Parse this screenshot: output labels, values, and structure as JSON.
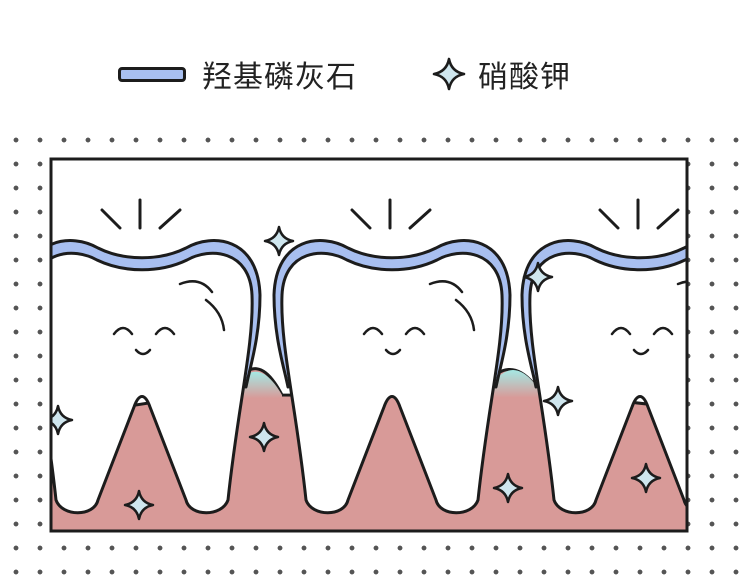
{
  "legend": {
    "items": [
      {
        "label": "羟基磷灰石",
        "swatch": "bar",
        "color": "#a8bff0"
      },
      {
        "label": "硝酸钾",
        "swatch": "star",
        "color": "#cfe6ee"
      }
    ]
  },
  "colors": {
    "enamel": "#a8bff0",
    "crystal": "#cfe6ee",
    "gum": "#d89a98",
    "gap_highlight": "#a5e8e4",
    "outline": "#1c1c1c",
    "tooth": "#ffffff"
  },
  "teeth": [
    {
      "name": "tooth-left",
      "face": "happy"
    },
    {
      "name": "tooth-middle",
      "face": "happy"
    },
    {
      "name": "tooth-right",
      "face": "happy"
    }
  ]
}
